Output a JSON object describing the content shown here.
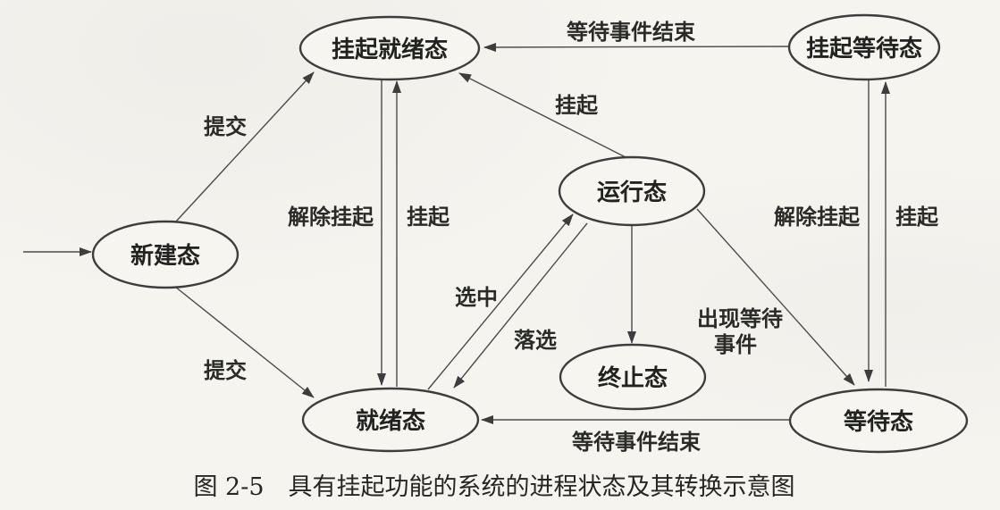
{
  "figure": {
    "type": "state-transition-diagram",
    "caption": "图 2-5　具有挂起功能的系统的进程状态及其转换示意图",
    "colors": {
      "paper": "#f6f4ef",
      "ink": "#262624",
      "line": "#4a4a4a",
      "ellipse_stroke": "#3d3d3d"
    },
    "nodes": {
      "suspend_ready": {
        "label": "挂起就绪态"
      },
      "suspend_wait": {
        "label": "挂起等待态"
      },
      "new": {
        "label": "新建态"
      },
      "running": {
        "label": "运行态"
      },
      "terminated": {
        "label": "终止态"
      },
      "ready": {
        "label": "就绪态"
      },
      "waiting": {
        "label": "等待态"
      }
    },
    "edges": {
      "entry": {
        "label": "",
        "from": "start",
        "to": "new"
      },
      "admit_to_suspend_ready": {
        "label": "提交",
        "from": "new",
        "to": "suspend_ready"
      },
      "admit_to_ready": {
        "label": "提交",
        "from": "new",
        "to": "ready"
      },
      "wait_event_end_top": {
        "label": "等待事件结束",
        "from": "suspend_wait",
        "to": "suspend_ready"
      },
      "suspend_from_running": {
        "label": "挂起",
        "from": "running",
        "to": "suspend_ready"
      },
      "unsuspend_left": {
        "label": "解除挂起",
        "from": "suspend_ready",
        "to": "ready"
      },
      "suspend_left": {
        "label": "挂起",
        "from": "ready",
        "to": "suspend_ready"
      },
      "dispatch": {
        "label": "选中",
        "from": "ready",
        "to": "running"
      },
      "preempt": {
        "label": "落选",
        "from": "running",
        "to": "ready"
      },
      "terminate": {
        "label": "",
        "from": "running",
        "to": "terminated"
      },
      "wait_event_occur": {
        "label": "出现等待事件",
        "lines": [
          "出现等待",
          "事件"
        ],
        "from": "running",
        "to": "waiting"
      },
      "unsuspend_right": {
        "label": "解除挂起",
        "from": "suspend_wait",
        "to": "waiting"
      },
      "suspend_right": {
        "label": "挂起",
        "from": "waiting",
        "to": "suspend_wait"
      },
      "wait_event_end_bottom": {
        "label": "等待事件结束",
        "from": "waiting",
        "to": "ready"
      }
    }
  }
}
